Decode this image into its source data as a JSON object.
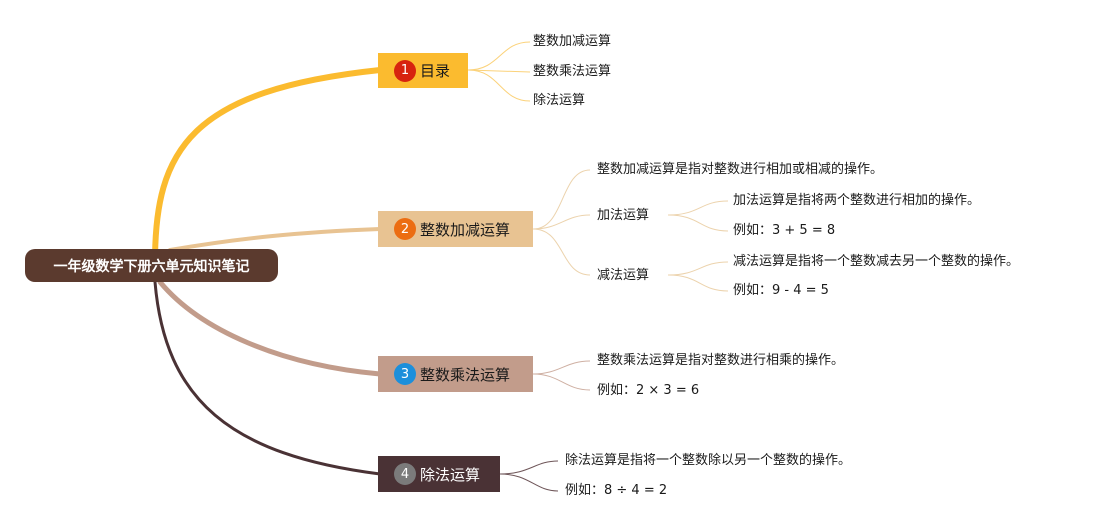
{
  "root": {
    "label": "一年级数学下册六单元知识笔记"
  },
  "topics": [
    {
      "num": "1",
      "label": "目录",
      "children": [
        "整数加减运算",
        "整数乘法运算",
        "除法运算"
      ]
    },
    {
      "num": "2",
      "label": "整数加减运算",
      "intro": "整数加减运算是指对整数进行相加或相减的操作。",
      "sub": [
        {
          "label": "加法运算",
          "children": [
            "加法运算是指将两个整数进行相加的操作。",
            "例如：3 + 5 = 8"
          ]
        },
        {
          "label": "减法运算",
          "children": [
            "减法运算是指将一个整数减去另一个整数的操作。",
            "例如：9 - 4 = 5"
          ]
        }
      ]
    },
    {
      "num": "3",
      "label": "整数乘法运算",
      "children": [
        "整数乘法运算是指对整数进行相乘的操作。",
        "例如：2 × 3 = 6"
      ]
    },
    {
      "num": "4",
      "label": "除法运算",
      "children": [
        "除法运算是指将一个整数除以另一个整数的操作。",
        "例如：8 ÷ 4 = 2"
      ]
    }
  ],
  "colors": {
    "root": "#5b3a2e",
    "topic1": "#fbbb2f",
    "topic2": "#e8c392",
    "topic3": "#c29c8b",
    "topic4": "#4a3235"
  }
}
